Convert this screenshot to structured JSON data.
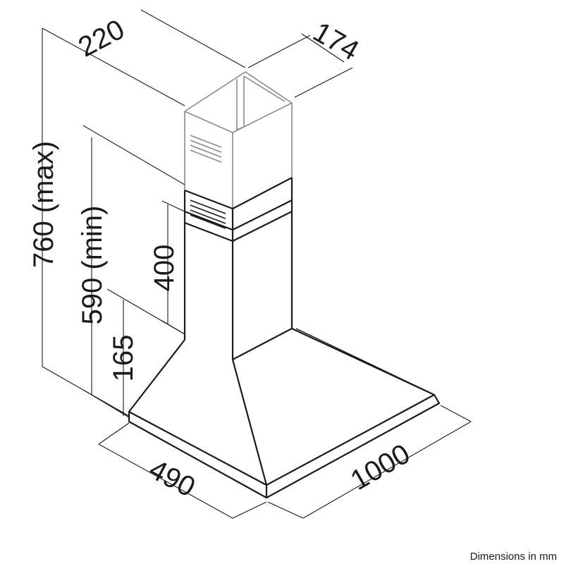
{
  "dimensions": {
    "chimney_depth": "220",
    "chimney_width": "174",
    "height_max": "760 (max)",
    "height_min": "590 (min)",
    "chimney_lower": "400",
    "canopy_height": "165",
    "depth": "490",
    "width": "1000"
  },
  "footer": {
    "units_note": "Dimensions in mm"
  },
  "colors": {
    "line": "#1a1a1a",
    "upper_chimney": "#8a8a8a",
    "background": "#ffffff"
  }
}
